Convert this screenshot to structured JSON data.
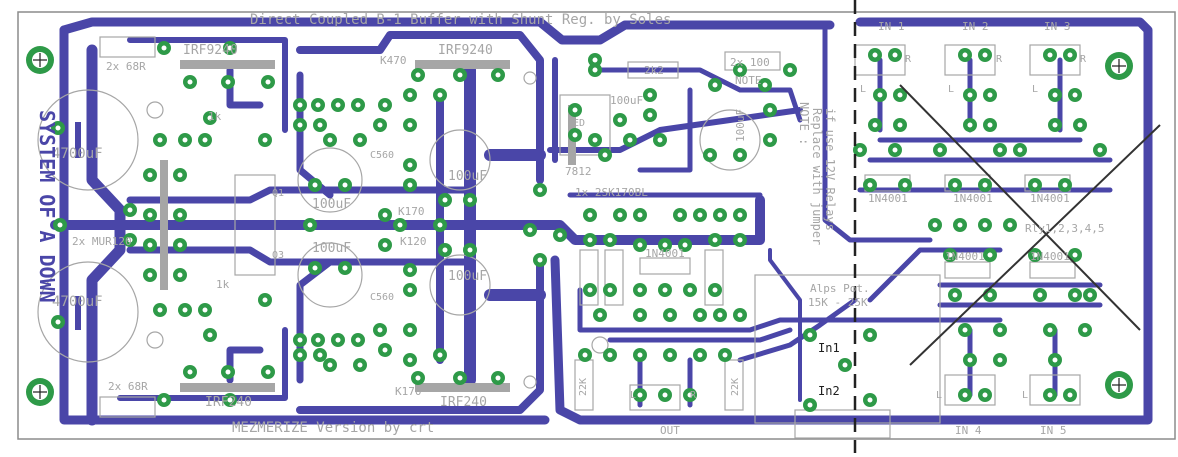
{
  "board": {
    "title": "Direct Coupled B-1 Buffer with Shunt Reg. by Soles",
    "footer": "MEZMERIZE Version by crt",
    "side_label": "SYSTEM OF A DOWN",
    "note_label": "NOTE :",
    "note_line1": "Replace with jumper",
    "note_line2": "if use 12V Relays"
  },
  "colors": {
    "trace": "#4a46a8",
    "pad": "#2e9a48",
    "silk": "#a6a6a6",
    "outline": "#8c8c8c",
    "hole": "#ffffff",
    "mark": "#1e1e1e"
  },
  "components": {
    "mosfets": [
      "IRF9240",
      "IRF9240",
      "IRF240",
      "IRF240"
    ],
    "cap_4700_top": "4700uF",
    "cap_4700_bot": "4700uF",
    "cap_100_labels": [
      "100uF",
      "100uF",
      "100uF",
      "100uF"
    ],
    "cap_100_right": "100uF",
    "reg": "7812",
    "res_2x68": [
      "2x 68R",
      "2x 68R"
    ],
    "res_2x100": "2x 100",
    "res_2k2": "2k2",
    "res_1k": "1k",
    "res_1k_right": "1k",
    "res_k170": [
      "K170",
      "K170"
    ],
    "res_k470": "K470",
    "k120": "K120",
    "c560": [
      "C560",
      "C560"
    ],
    "mur": "2x MUR120",
    "led": "LED",
    "q1": "Q1",
    "q3": "Q3",
    "note_small": "NOTE",
    "k2sk": "1x 2SK170BL",
    "diodes": [
      "1N4001",
      "1N4001",
      "1N4001",
      "1N4001",
      "1N4001",
      "1N4001"
    ],
    "relay_label": "Rly1,2,3,4,5",
    "pot_label1": "Alps Pot.",
    "pot_label2": "15K - 25K",
    "in1": "In1",
    "in2": "In2",
    "out": "OUT",
    "in_top": [
      "IN 1",
      "IN 2",
      "IN 3"
    ],
    "in_bot": [
      "IN 4",
      "IN 5"
    ],
    "lr": [
      "L",
      "R"
    ],
    "r22k": [
      "22K",
      "22K"
    ],
    "plus": "+"
  }
}
